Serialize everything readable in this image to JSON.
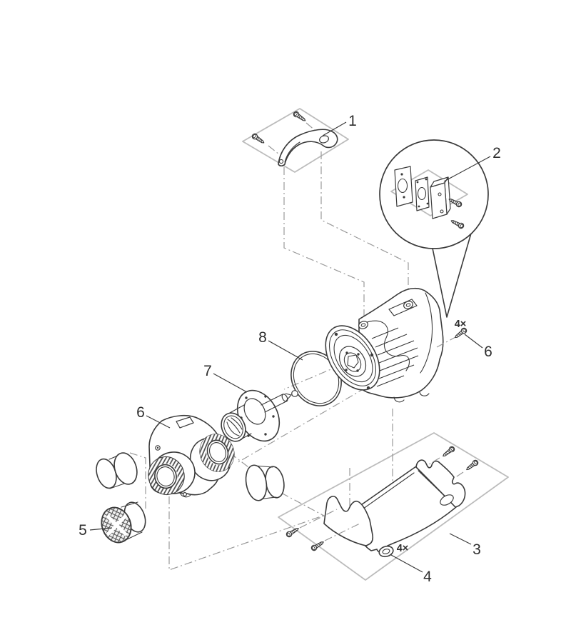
{
  "parts": {
    "handle": {
      "label": "1"
    },
    "capacitor_assembly": {
      "label": "2"
    },
    "base_plate": {
      "label": "3"
    },
    "rubber_grommet": {
      "label": "4",
      "qty": "4×"
    },
    "strainer_cap": {
      "label": "5"
    },
    "pump_housing": {
      "label": "6"
    },
    "motor_screws": {
      "label": "6",
      "qty": "4×"
    },
    "impeller_assembly": {
      "label": "7"
    },
    "o_ring": {
      "label": "8"
    }
  },
  "colors": {
    "line": "#3b3b3b",
    "accent_gray": "#bcbcbc",
    "dash_gray": "#9a9a9a",
    "background": "#ffffff"
  }
}
